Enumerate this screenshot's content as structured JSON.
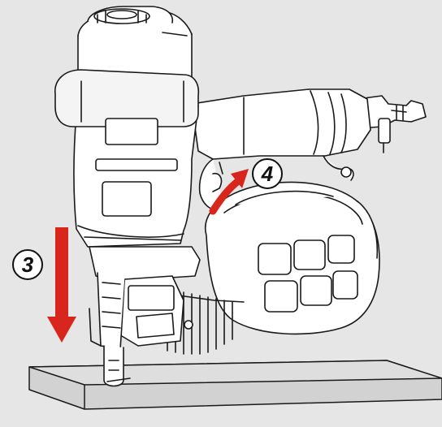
{
  "steps": [
    {
      "number": "3",
      "direction": "down"
    },
    {
      "number": "4",
      "direction": "up-right"
    }
  ],
  "colors": {
    "background": "#e6e6e6",
    "arrow": "#d9261c",
    "outline": "#1a1a1a",
    "body_fill": "#ffffff",
    "board_fill": "#cfcfcf"
  },
  "icons": {
    "tool": "coil-nailer-icon",
    "board": "wood-board-icon"
  }
}
